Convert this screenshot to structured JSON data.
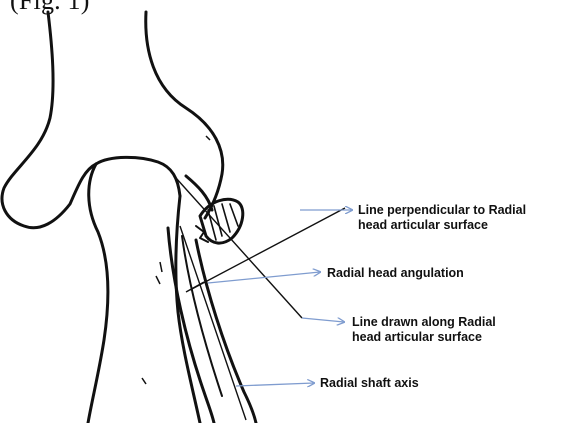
{
  "caption_fragment": "(Fig. 1)",
  "labels": {
    "perpendicular_line": {
      "line1": "Line perpendicular to Radial",
      "line2": "head articular surface"
    },
    "head_angulation": "Radial head angulation",
    "along_line": {
      "line1": "Line drawn along Radial",
      "line2": "head articular surface"
    },
    "shaft_axis": "Radial shaft axis"
  },
  "colors": {
    "bone_outline": "#111111",
    "pointer_arrow": "#7f9ccf",
    "text": "#111111"
  }
}
